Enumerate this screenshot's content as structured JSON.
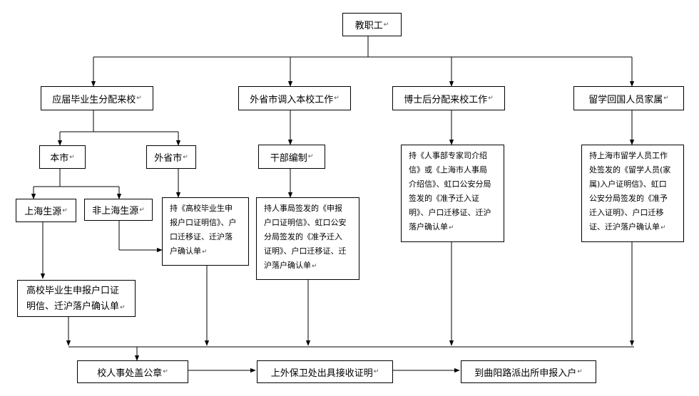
{
  "nodes": {
    "root": "教职工",
    "graduate": "应届毕业生分配来校",
    "transfer": "外省市调入本校工作",
    "postdoc": "博士后分配来校工作",
    "returnee": "留学回国人员家属",
    "local": "本市",
    "nonlocal": "外省市",
    "cadre": "干部编制",
    "shanghai_origin": "上海生源",
    "non_shanghai_origin": "非上海生源",
    "nonlocal_docs": [
      "持《高校毕业生申",
      "报户口证明信》、户",
      "口迁移证、迁沪落",
      "户确认单"
    ],
    "cadre_docs": [
      "持人事局签发的《申报",
      "户口证明信》、虹口公安",
      "分局签发的《准予迁入",
      "证明》、户口迁移证、迁",
      "沪落户确认单"
    ],
    "postdoc_docs": [
      "持《人事部专家司介绍",
      "信》或《上海市人事局",
      "介绍信》、虹口公安分局",
      "签发的《准予迁入证",
      "明》、户口迁移证、迁沪",
      "落户确认单"
    ],
    "returnee_docs": [
      "持上海市留学人员工作",
      "处签发的《留学人员(家",
      "属)入户证明信》、虹口",
      "公安分局签发的《准予",
      "迁入证明》、户口迁移",
      "证、迁沪落户确认单"
    ],
    "shanghai_docs": [
      "高校毕业生申报户口证",
      "明信、迁沪落户确认单"
    ],
    "stamp": "校人事处盖公章",
    "security": "上外保卫处出具接收证明",
    "police": "到曲阳路派出所申报入户"
  },
  "return_mark": "↵"
}
